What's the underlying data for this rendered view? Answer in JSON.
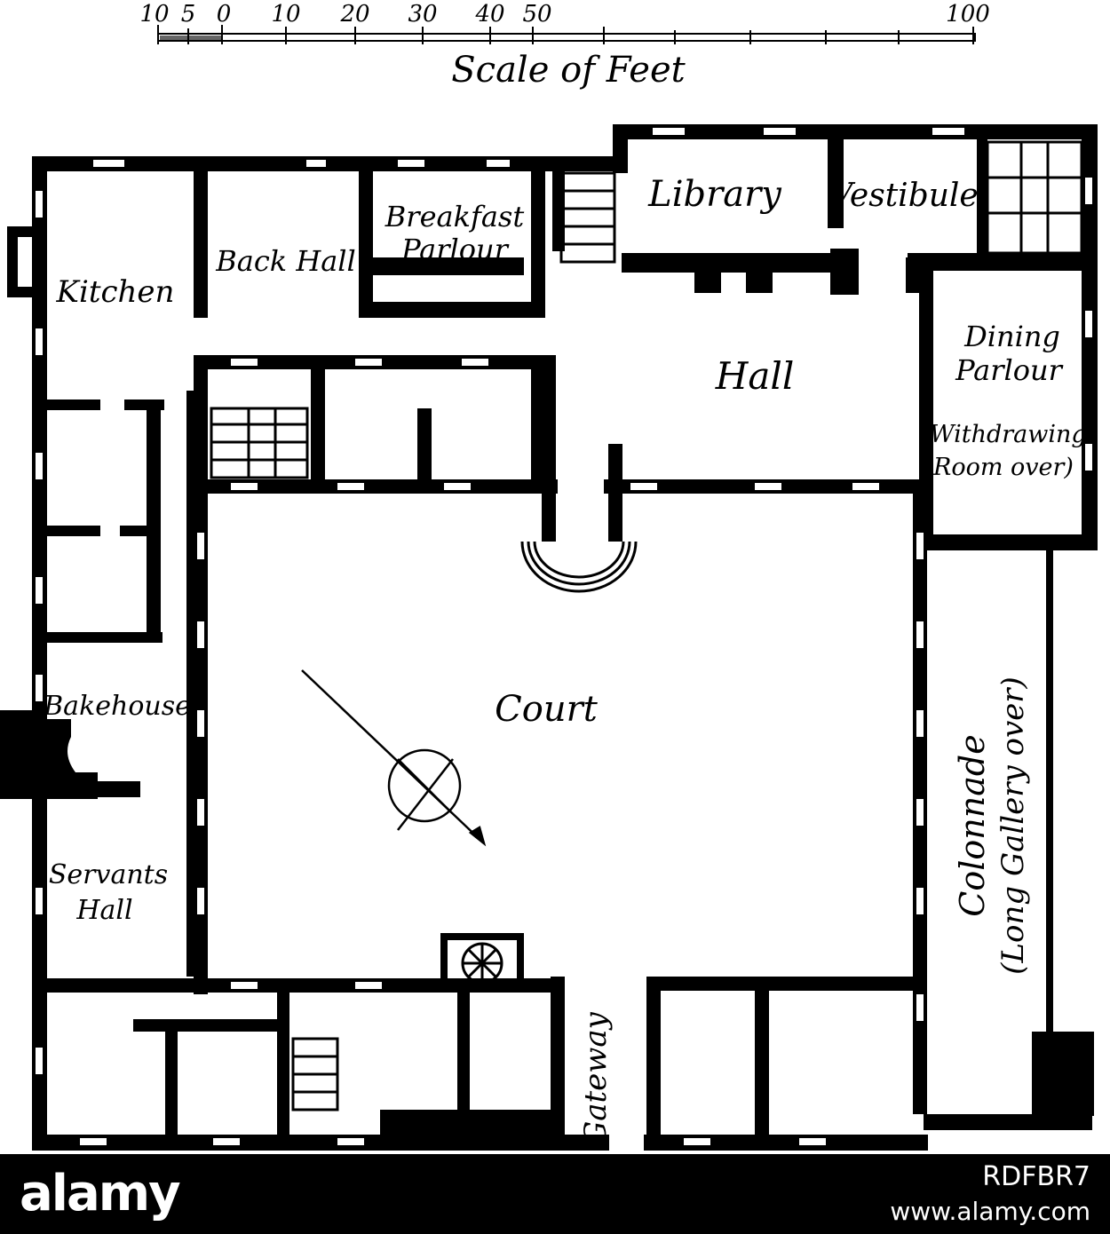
{
  "scale": {
    "ticks": [
      "10",
      "5",
      "0",
      "10",
      "20",
      "30",
      "40",
      "50",
      "100"
    ],
    "caption": "Scale of Feet"
  },
  "rooms": {
    "kitchen": "Kitchen",
    "back_hall": "Back Hall",
    "breakfast": "Breakfast",
    "parlour": "Parlour",
    "library": "Library",
    "vestibule": "Vestibule",
    "hall": "Hall",
    "dining": "Dining",
    "dining_parlour": "Parlour",
    "withdrawing": "(Withdrawing",
    "room_over": "Room over)",
    "court": "Court",
    "bakehouse": "Bakehouse",
    "servants": "Servants",
    "servants_hall": "Hall",
    "colonnade": "Colonnade",
    "long_gallery": "(Long Gallery over)",
    "gateway": "Gateway"
  },
  "footer": {
    "logo": "alamy",
    "image_id": "RDFBR7",
    "site": "www.alamy.com"
  },
  "colors": {
    "ink": "#000000",
    "paper": "#ffffff",
    "footer_bg": "#000000",
    "footer_text": "#ffffff"
  }
}
